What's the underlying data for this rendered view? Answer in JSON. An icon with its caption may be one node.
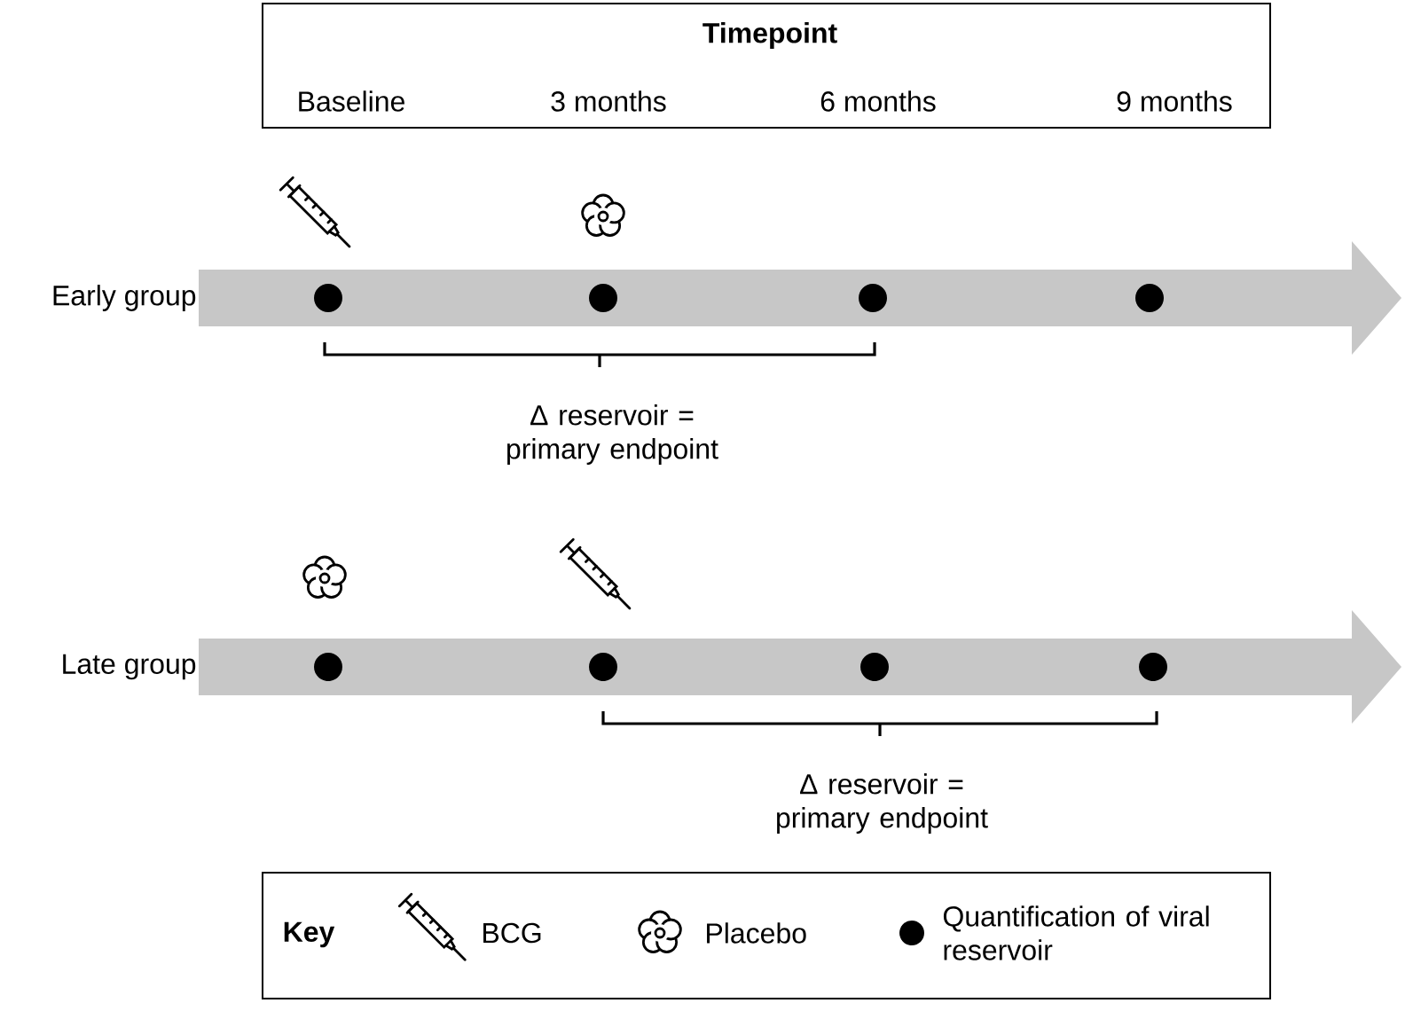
{
  "diagram": {
    "nodes": [
      {
        "text": [
          "Timepoint",
          "Baseline",
          "3 months",
          "6 months",
          "9 months"
        ]
      },
      {
        "text": [
          "Key"
        ]
      }
    ],
    "labels": [
      "Early group",
      "Δ reservoir = primary endpoint",
      "Late group",
      "Δ reservoir = primary endpoint"
    ],
    "legend": [
      {
        "text": "BCG"
      },
      {
        "text": "Placebo"
      },
      {
        "text": "Quantification of viral reservoir"
      }
    ]
  }
}
